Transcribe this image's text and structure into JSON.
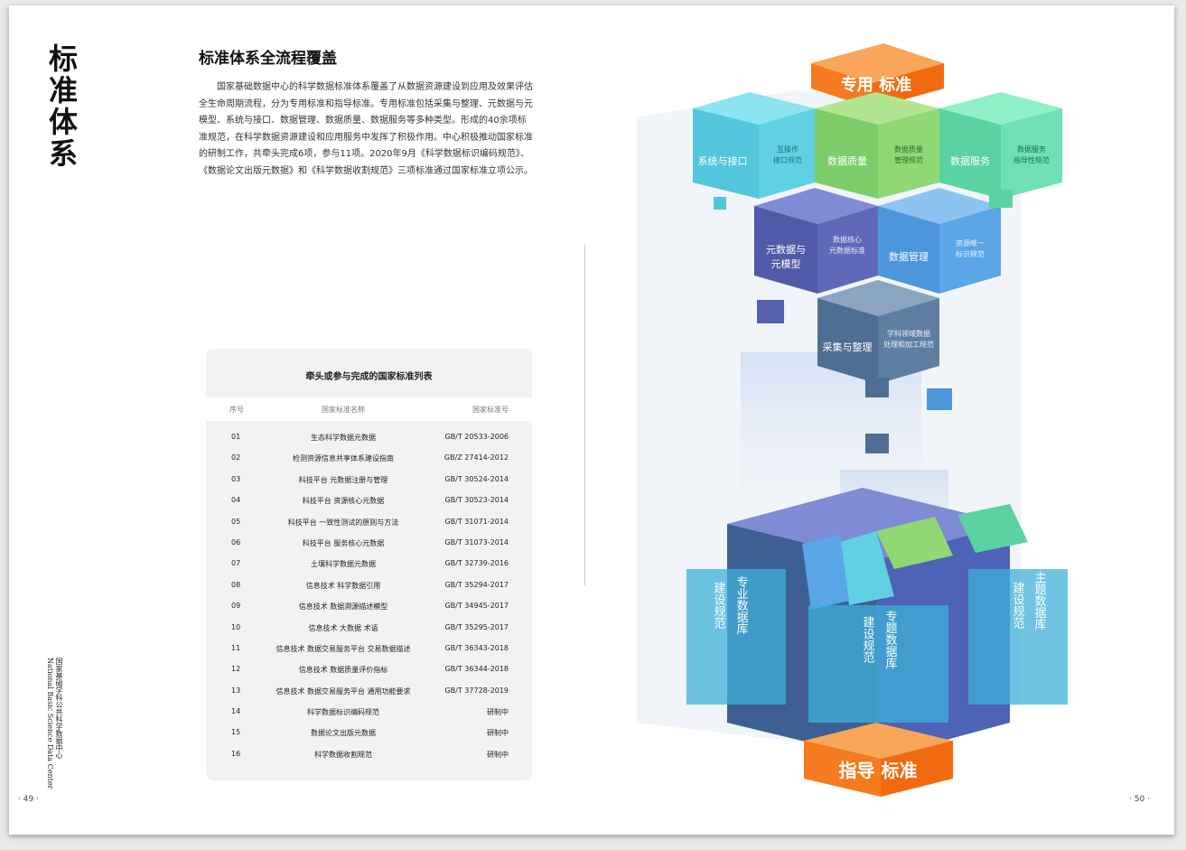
{
  "left_page": {
    "vertical_title": [
      "标",
      "准",
      "体",
      "系"
    ],
    "section_title": "标准体系全流程覆盖",
    "intro": "国家基础数据中心的科学数据标准体系覆盖了从数据资源建设到应用及效果评估全生命周期流程，分为专用标准和指导标准。专用标准包括采集与整理、元数据与元模型、系统与接口、数据管理、数据质量、数据服务等多种类型。形成的40余项标准规范，在科学数据资源建设和应用服务中发挥了积极作用。中心积极推动国家标准的研制工作，共牵头完成6项，参与11项。2020年9月《科学数据标识编码规范》、《数据论文出版元数据》和《科学数据收割规范》三项标准通过国家标准立项公示。",
    "org_name_cn": "国家基础学科公共科学数据中心",
    "org_name_en": "National Basic Science Data Center",
    "page_number": "· 49 ·"
  },
  "table": {
    "title": "牵头或参与完成的国家标准列表",
    "headers": [
      "序号",
      "国家标准名称",
      "国家标准号"
    ],
    "rows": [
      [
        "01",
        "生态科学数据元数据",
        "GB/T 20533-2006"
      ],
      [
        "02",
        "检测资源信息共享体系建设指南",
        "GB/Z 27414-2012"
      ],
      [
        "03",
        "科技平台 元数据注册与管理",
        "GB/T 30524-2014"
      ],
      [
        "04",
        "科技平台 资源核心元数据",
        "GB/T 30523-2014"
      ],
      [
        "05",
        "科技平台 一致性测试的原则与方法",
        "GB/T 31071-2014"
      ],
      [
        "06",
        "科技平台 服务核心元数据",
        "GB/T 31073-2014"
      ],
      [
        "07",
        "土壤科学数据元数据",
        "GB/T 32739-2016"
      ],
      [
        "08",
        "信息技术 科学数据引用",
        "GB/T 35294-2017"
      ],
      [
        "09",
        "信息技术 数据溯源描述模型",
        "GB/T 34945-2017"
      ],
      [
        "10",
        "信息技术 大数据 术语",
        "GB/T 35295-2017"
      ],
      [
        "11",
        "信息技术 数据交易服务平台 交易数据描述",
        "GB/T 36343-2018"
      ],
      [
        "12",
        "信息技术 数据质量评价指标",
        "GB/T 36344-2018"
      ],
      [
        "13",
        "信息技术 数据交易服务平台 通用功能要求",
        "GB/T 37728-2019"
      ],
      [
        "14",
        "科学数据标识编码规范",
        "研制中"
      ],
      [
        "15",
        "数据论文出版元数据",
        "研制中"
      ],
      [
        "16",
        "科学数据收割规范",
        "研制中"
      ]
    ]
  },
  "diagram": {
    "top_label": "专用 标准",
    "bottom_label": "指导 标准",
    "top_cubes": {
      "system_interface": {
        "title": "系统与接口",
        "side": [
          "互操作",
          "接口规范"
        ]
      },
      "data_quality": {
        "title": "数据质量",
        "side": [
          "数据质量",
          "管理规范"
        ]
      },
      "data_service": {
        "title": "数据服务",
        "side": [
          "数据服务",
          "指导性规范"
        ]
      },
      "metadata": {
        "title": [
          "元数据与",
          "元模型"
        ],
        "side": [
          "数据核心",
          "元数据标准"
        ]
      },
      "data_management": {
        "title": "数据管理",
        "side": [
          "资源唯一",
          "标识规范"
        ]
      },
      "collection": {
        "title": "采集与整理",
        "side": [
          "学科领域数据",
          "处理和加工规范"
        ]
      }
    },
    "bottom_panels": {
      "left": [
        "建设规范",
        "专业数据库"
      ],
      "center": [
        "建设规范",
        "专题数据库"
      ],
      "right": [
        "建设规范",
        "主题数据库"
      ]
    },
    "colors": {
      "orange": "#f47b20",
      "teal": "#4cc0d4",
      "green": "#7ccd6a",
      "mint": "#5ad2a2",
      "indigo": "#5660b0",
      "blue": "#4c96db",
      "slate": "#4e6f93"
    }
  },
  "right_page_number": "· 50 ·"
}
